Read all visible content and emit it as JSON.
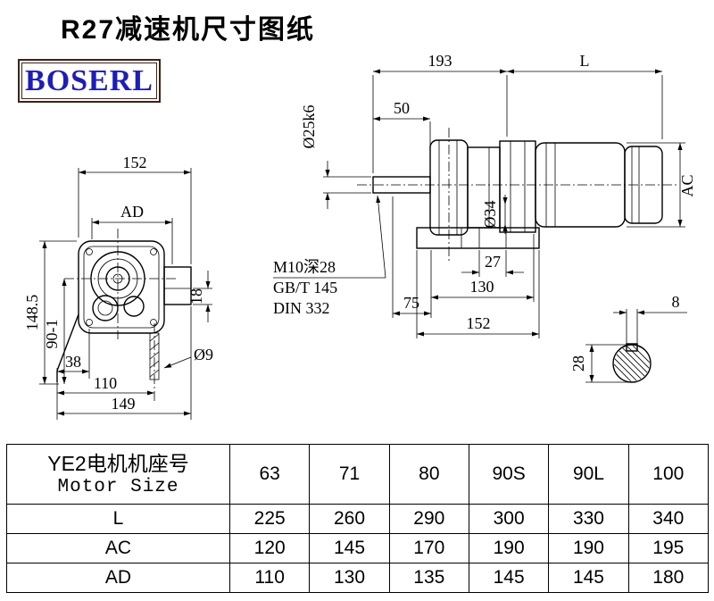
{
  "page": {
    "title": "R27减速机尺寸图纸",
    "brand": "BOSERL"
  },
  "front_view": {
    "dim_width": "152",
    "dim_ad": "AD",
    "dim_height": "148.5",
    "dim_axis_height": "90-1",
    "dim_18": "18",
    "dim_38": "38",
    "dim_110": "110",
    "dim_149": "149",
    "dim_hole": "Ø9"
  },
  "side_view": {
    "dim_193": "193",
    "dim_L": "L",
    "dim_50": "50",
    "dim_shaft": "Ø25k6",
    "dim_ac": "AC",
    "dim_34": "Ø34",
    "note_line1": "M10深28",
    "note_line2": "GB/T 145",
    "note_line3": "DIN 332",
    "dim_27": "27",
    "dim_130": "130",
    "dim_75": "75",
    "dim_152": "152"
  },
  "section_view": {
    "dim_8": "8",
    "dim_28": "28"
  },
  "table": {
    "header_line1": "YE2电机机座号",
    "header_line2": "Motor Size",
    "sizes": [
      "63",
      "71",
      "80",
      "90S",
      "90L",
      "100"
    ],
    "rows": [
      {
        "label": "L",
        "values": [
          "225",
          "260",
          "290",
          "300",
          "330",
          "340"
        ]
      },
      {
        "label": "AC",
        "values": [
          "120",
          "145",
          "170",
          "190",
          "190",
          "195"
        ]
      },
      {
        "label": "AD",
        "values": [
          "110",
          "130",
          "135",
          "145",
          "145",
          "180"
        ]
      }
    ]
  }
}
